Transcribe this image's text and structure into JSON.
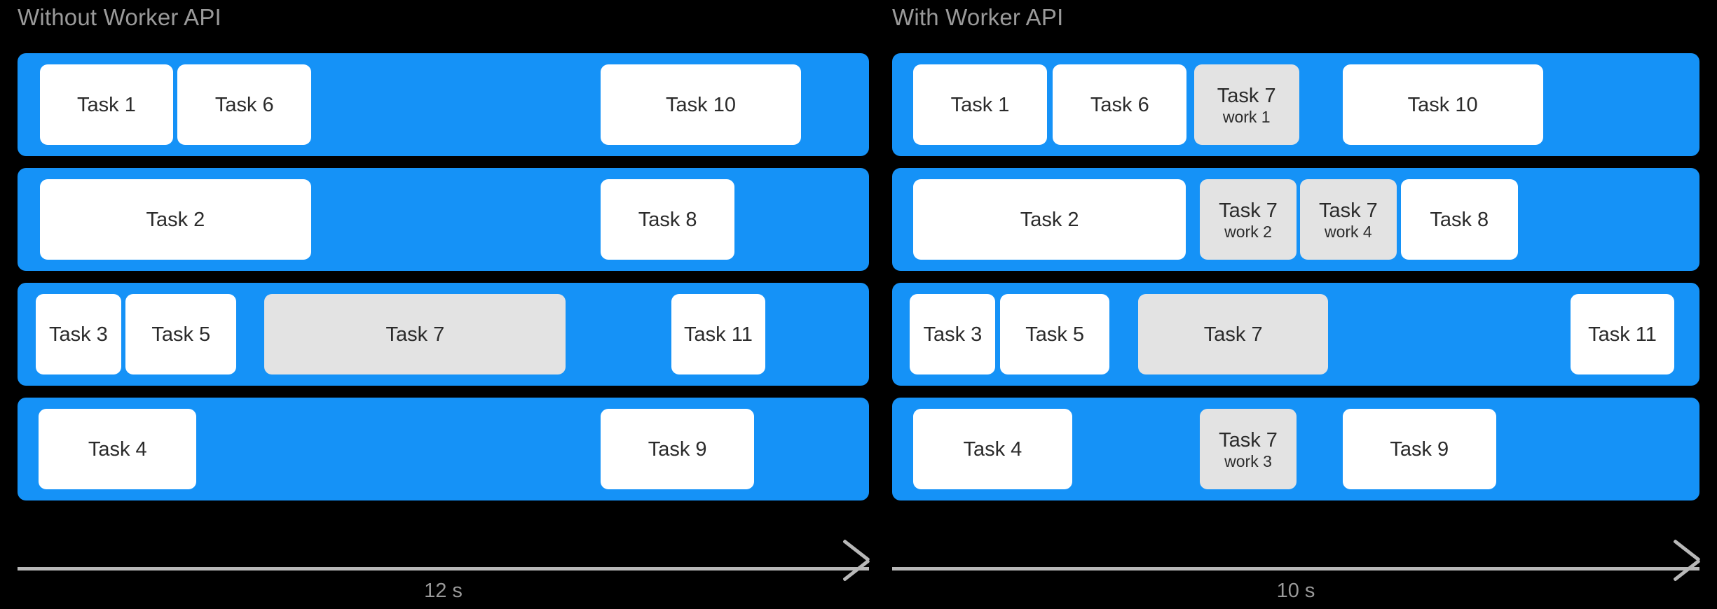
{
  "background_color": "#000000",
  "colors": {
    "bar": "#1592f7",
    "task_white": "#ffffff",
    "task_gray": "#e3e3e3",
    "text_dark": "#2b2b2b",
    "text_muted": "#9a9a9a",
    "axis": "#b8b8b8"
  },
  "panels": [
    {
      "id": "without-worker-api",
      "title": "Without Worker API",
      "axis_label": "12 s",
      "rows": [
        {
          "index": 1,
          "tasks": [
            {
              "label": "Task 1",
              "sub": "",
              "style": "white",
              "left_pct": 2.6,
              "width_pct": 15.7
            },
            {
              "label": "Task 6",
              "sub": "",
              "style": "white",
              "left_pct": 18.8,
              "width_pct": 15.7
            },
            {
              "label": "Task 10",
              "sub": "",
              "style": "white",
              "left_pct": 68.5,
              "width_pct": 23.5
            }
          ]
        },
        {
          "index": 2,
          "tasks": [
            {
              "label": "Task 2",
              "sub": "",
              "style": "white",
              "left_pct": 2.6,
              "width_pct": 31.9
            },
            {
              "label": "Task 8",
              "sub": "",
              "style": "white",
              "left_pct": 68.5,
              "width_pct": 15.7
            }
          ]
        },
        {
          "index": 3,
          "tasks": [
            {
              "label": "Task 3",
              "sub": "",
              "style": "white",
              "left_pct": 2.1,
              "width_pct": 10.1
            },
            {
              "label": "Task 5",
              "sub": "",
              "style": "white",
              "left_pct": 12.7,
              "width_pct": 13.0
            },
            {
              "label": "Task 7",
              "sub": "",
              "style": "gray",
              "left_pct": 29.0,
              "width_pct": 35.4
            },
            {
              "label": "Task 11",
              "sub": "",
              "style": "white",
              "left_pct": 76.8,
              "width_pct": 11.0
            }
          ]
        },
        {
          "index": 4,
          "tasks": [
            {
              "label": "Task 4",
              "sub": "",
              "style": "white",
              "left_pct": 2.5,
              "width_pct": 18.5
            },
            {
              "label": "Task 9",
              "sub": "",
              "style": "white",
              "left_pct": 68.5,
              "width_pct": 18.0
            }
          ]
        }
      ]
    },
    {
      "id": "with-worker-api",
      "title": "With Worker API",
      "axis_label": "10 s",
      "rows": [
        {
          "index": 1,
          "tasks": [
            {
              "label": "Task 1",
              "sub": "",
              "style": "white",
              "left_pct": 2.6,
              "width_pct": 16.6
            },
            {
              "label": "Task 6",
              "sub": "",
              "style": "white",
              "left_pct": 19.9,
              "width_pct": 16.6
            },
            {
              "label": "Task 7",
              "sub": "work 1",
              "style": "gray",
              "left_pct": 37.4,
              "width_pct": 13.0
            },
            {
              "label": "Task 10",
              "sub": "",
              "style": "white",
              "left_pct": 55.8,
              "width_pct": 24.8
            }
          ]
        },
        {
          "index": 2,
          "tasks": [
            {
              "label": "Task 2",
              "sub": "",
              "style": "white",
              "left_pct": 2.6,
              "width_pct": 33.8
            },
            {
              "label": "Task 7",
              "sub": "work 2",
              "style": "gray",
              "left_pct": 38.1,
              "width_pct": 12.0
            },
            {
              "label": "Task 7",
              "sub": "work 4",
              "style": "gray",
              "left_pct": 50.5,
              "width_pct": 12.0
            },
            {
              "label": "Task 8",
              "sub": "",
              "style": "white",
              "left_pct": 63.0,
              "width_pct": 14.5
            }
          ]
        },
        {
          "index": 3,
          "tasks": [
            {
              "label": "Task 3",
              "sub": "",
              "style": "white",
              "left_pct": 2.2,
              "width_pct": 10.6
            },
            {
              "label": "Task 5",
              "sub": "",
              "style": "white",
              "left_pct": 13.4,
              "width_pct": 13.5
            },
            {
              "label": "Task 7",
              "sub": "",
              "style": "gray",
              "left_pct": 30.5,
              "width_pct": 23.5
            },
            {
              "label": "Task 11",
              "sub": "",
              "style": "white",
              "left_pct": 84.0,
              "width_pct": 12.9
            }
          ]
        },
        {
          "index": 4,
          "tasks": [
            {
              "label": "Task 4",
              "sub": "",
              "style": "white",
              "left_pct": 2.6,
              "width_pct": 19.7
            },
            {
              "label": "Task 7",
              "sub": "work 3",
              "style": "gray",
              "left_pct": 38.1,
              "width_pct": 12.0
            },
            {
              "label": "Task 9",
              "sub": "",
              "style": "white",
              "left_pct": 55.8,
              "width_pct": 19.0
            }
          ]
        }
      ]
    }
  ]
}
